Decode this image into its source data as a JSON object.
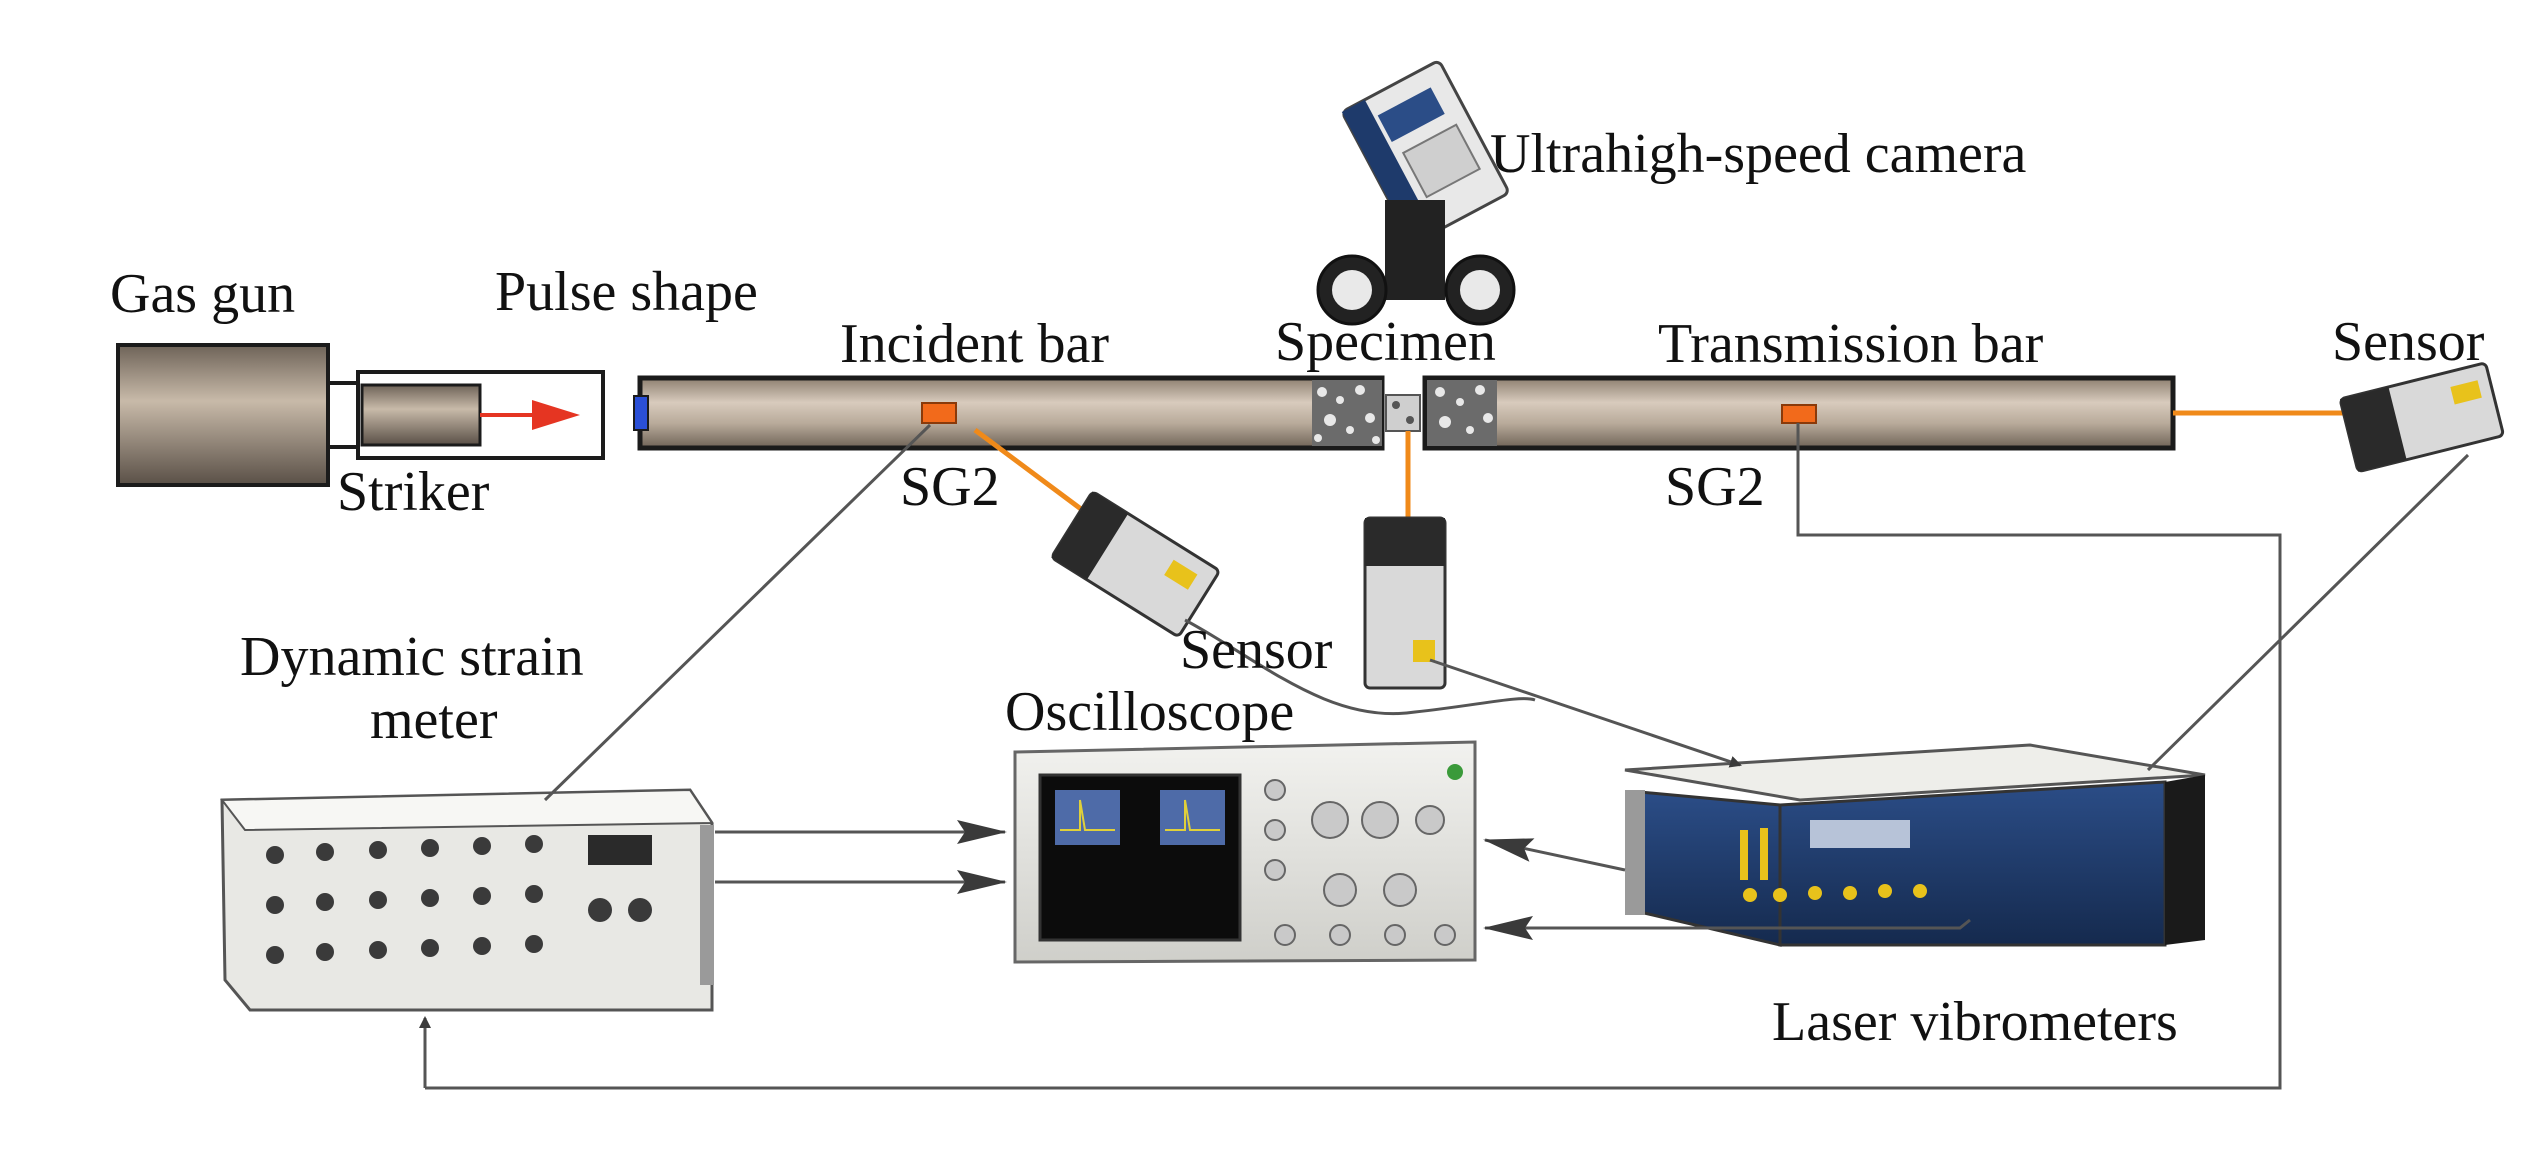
{
  "labels": {
    "gas_gun": "Gas gun",
    "pulse_shape": "Pulse shape",
    "striker": "Striker",
    "incident_bar": "Incident bar",
    "specimen": "Specimen",
    "transmission_bar": "Transmission bar",
    "sensor_right": "Sensor",
    "ultrahigh_speed_camera": "Ultrahigh-speed camera",
    "sg2_left": "SG2",
    "sg2_right": "SG2",
    "sensor_middle": "Sensor",
    "dynamic_strain_meter_line1": "Dynamic strain",
    "dynamic_strain_meter_line2": "meter",
    "oscilloscope": "Oscilloscope",
    "laser_vibrometers": "Laser vibrometers"
  },
  "colors": {
    "bar_fill": "#b8aa9a",
    "bar_stroke": "#1b1b1b",
    "laser_beam": "#f08a1a",
    "striker_arrow": "#e53522",
    "gauge": "#f26a1b",
    "wire": "#555555",
    "device_blue": "#1e3a6b",
    "panel_grey": "#e6e6e2"
  }
}
